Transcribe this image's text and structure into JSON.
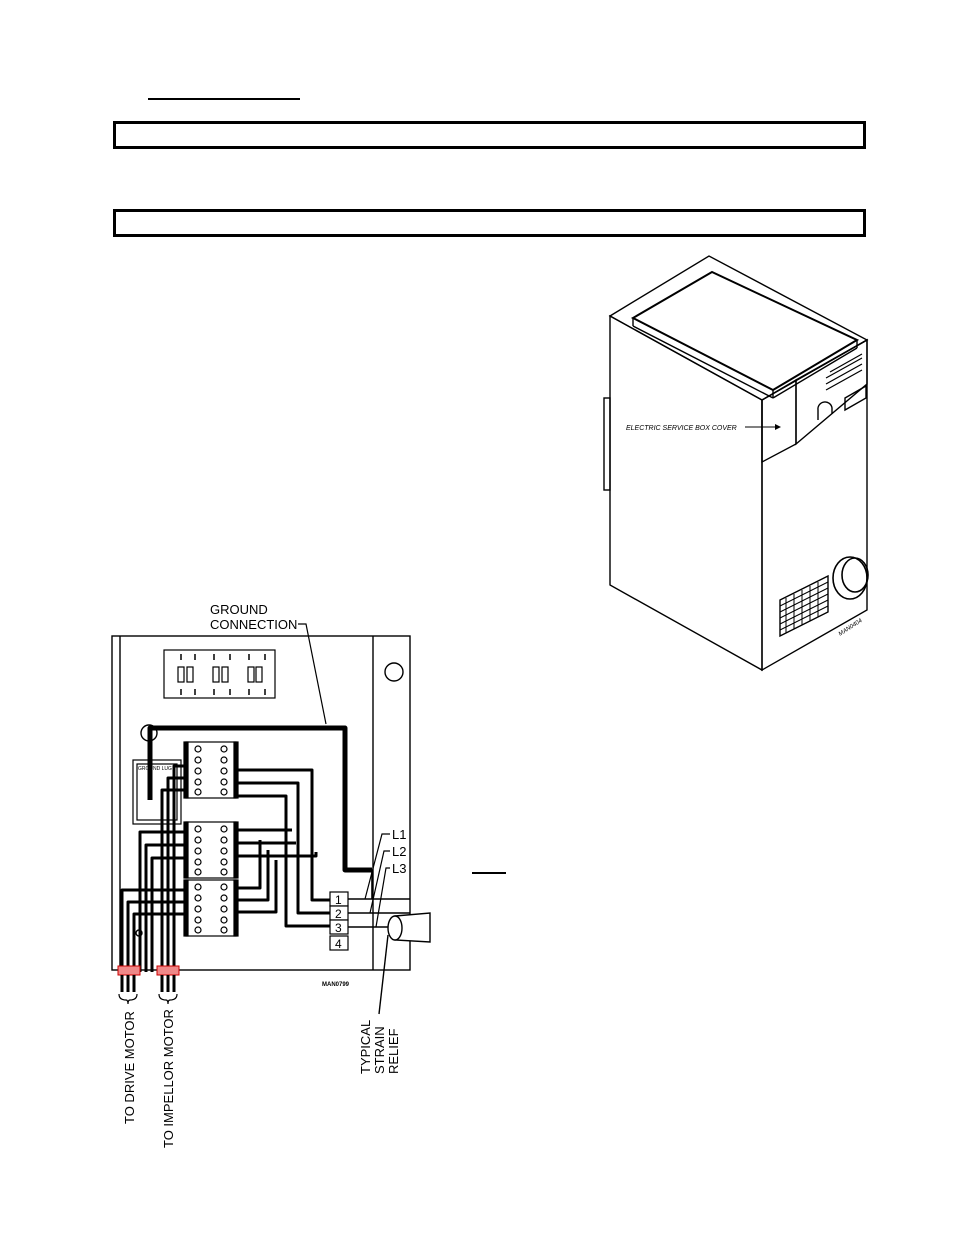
{
  "labels": {
    "ground": "GROUND",
    "connection": "CONNECTION",
    "l1": "L1",
    "l2": "L2",
    "l3": "L3",
    "t1": "1",
    "t2": "2",
    "t3": "3",
    "t4": "4",
    "drawing_id_wiring": "MAN0799",
    "drive_motor": "TO DRIVE MOTOR",
    "impellor_motor": "TO IMPELLOR MOTOR",
    "strain_1": "TYPICAL",
    "strain_2": "STRAIN",
    "strain_3": "RELIEF",
    "ground_lug": "GROUND LUG",
    "cabinet_callout": "ELECTRIC SERVICE BOX COVER",
    "drawing_id_cabinet": "MAN0404"
  }
}
